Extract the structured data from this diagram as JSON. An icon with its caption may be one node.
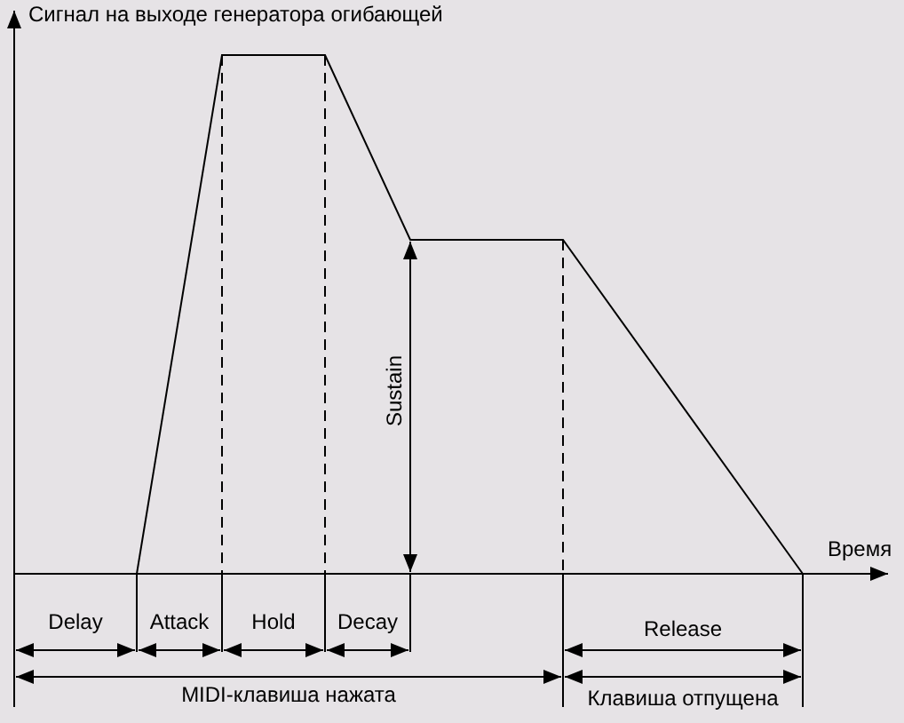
{
  "diagram": {
    "labels": [
      "Сигнал на выходе генератора огибающей",
      "Время",
      "Sustain",
      "Delay",
      "Attack",
      "Hold",
      "Decay",
      "Release",
      "MIDI-клавиша нажата",
      "Клавиша отпущена"
    ]
  }
}
